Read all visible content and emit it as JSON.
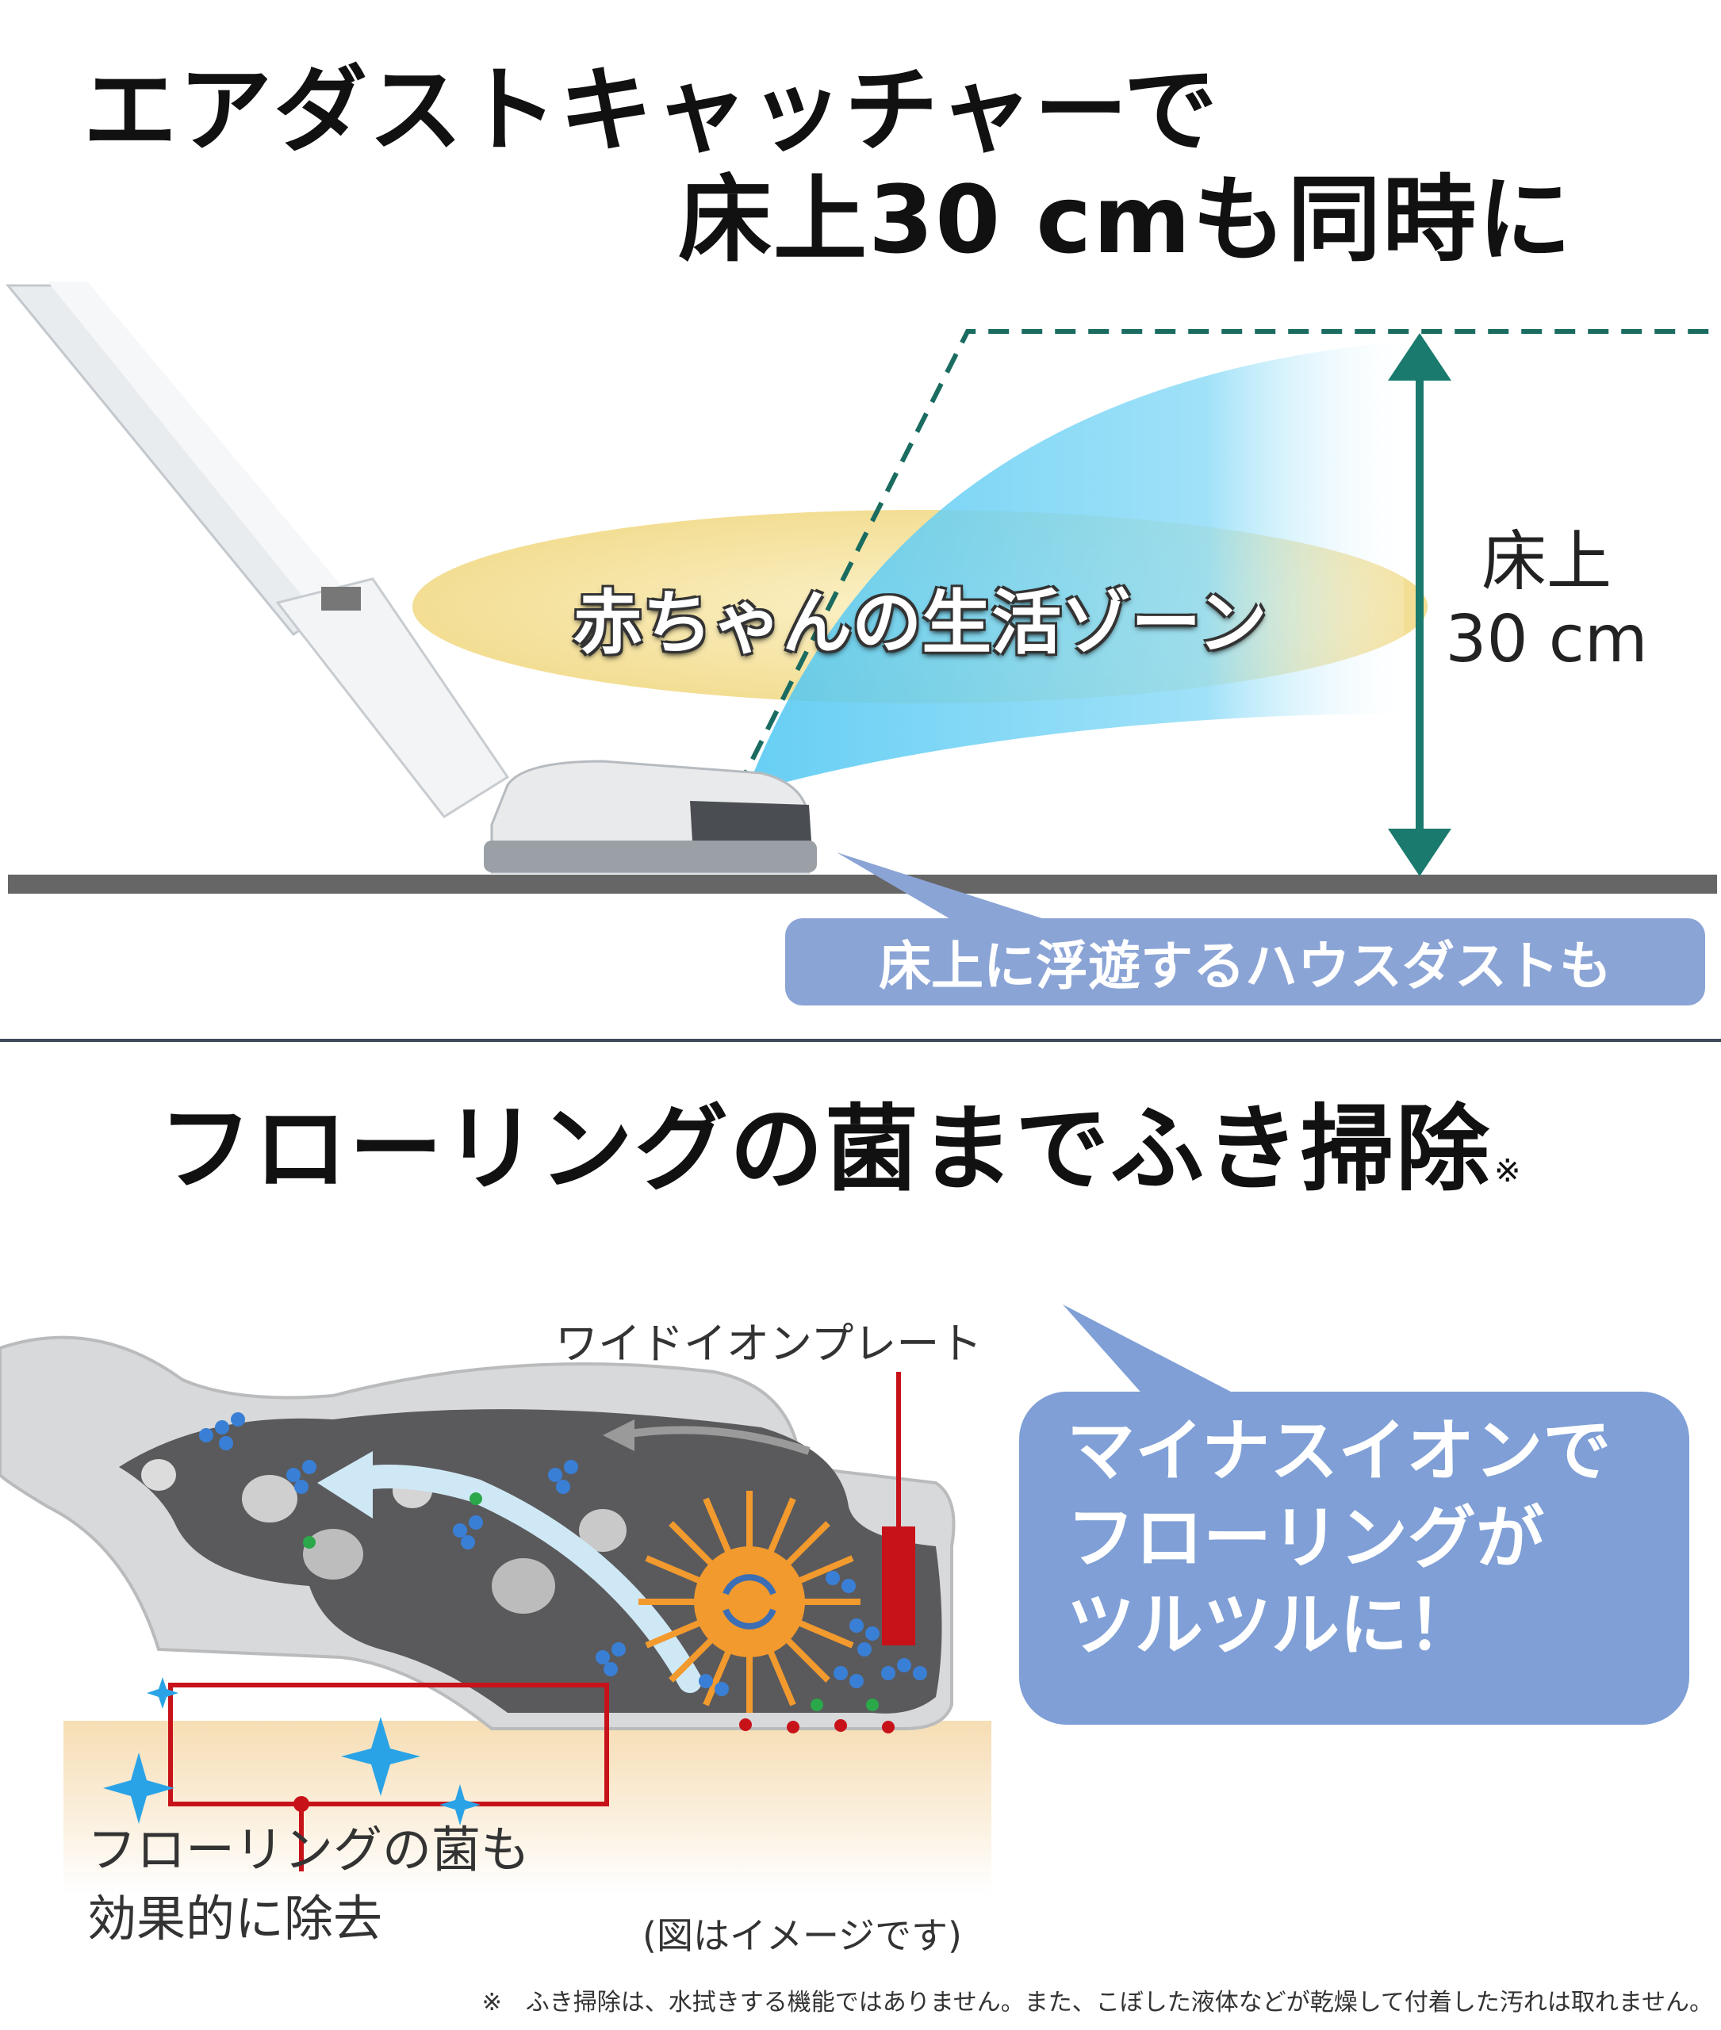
{
  "section1": {
    "title_line1": "エアダストキャッチャーで",
    "title_line2": "床上30 cmも同時に",
    "zone_label": "赤ちゃんの生活ゾーン",
    "height_label_line1": "床上",
    "height_label_line2": "30 cm",
    "dust_callout": "床上に浮遊するハウスダストも"
  },
  "section2": {
    "title": "フローリングの菌までふき掃除",
    "title_mark": "※",
    "plate_label": "ワイドイオンプレート",
    "ion_bubble_line1": "マイナスイオンで",
    "ion_bubble_line2": "フローリングが",
    "ion_bubble_line3": "ツルツルに！",
    "germ_label_line1": "フローリングの菌も",
    "germ_label_line2": "効果的に除去",
    "image_note": "(図はイメージです)"
  },
  "footnote": "※　ふき掃除は、水拭きする機能ではありません。また、こぼした液体などが乾燥して付着した汚れは取れません。",
  "colors": {
    "teal_arrow": "#1a7a6e",
    "blue_callout": "#8ba4d6",
    "ion_bubble": "#7f9fd6",
    "zone_ellipse": "#f7e6a6",
    "airflow": "#5fd0f5",
    "red_plate": "#c8121a",
    "brush_orange": "#f29a2e",
    "floor": "#666666"
  },
  "icons": [
    "vacuum-stick-illustration",
    "airflow-cone",
    "height-arrow-icon",
    "vacuum-head-cutaway",
    "rotating-brush-icon",
    "sparkle-icon",
    "negative-ion-icon"
  ]
}
